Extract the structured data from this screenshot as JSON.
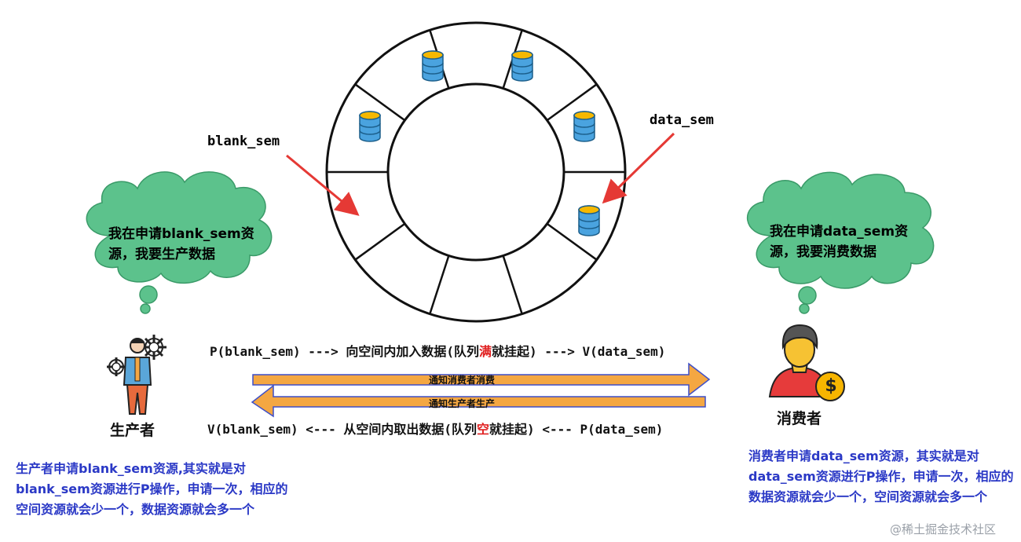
{
  "labels": {
    "blank_sem": "blank_sem",
    "data_sem": "data_sem"
  },
  "producer": {
    "name": "生产者",
    "thought": "我在申请blank_sem资源，我要生产数据",
    "note": "生产者申请blank_sem资源,其实就是对blank_sem资源进行P操作，申请一次，相应的空间资源就会少一个，数据资源就会多一个"
  },
  "consumer": {
    "name": "消费者",
    "thought": "我在申请data_sem资源，我要消费数据",
    "note": "消费者申请data_sem资源，其实就是对data_sem资源进行P操作，申请一次，相应的数据资源就会少一个，空间资源就会多一个",
    "coin_symbol": "$"
  },
  "flows": {
    "top": {
      "pre": "P(blank_sem) ---> 向空间内加入数据(队列",
      "highlight": "满",
      "post": "就挂起) ---> V(data_sem)"
    },
    "bottom": {
      "pre": "V(blank_sem) <--- 从空间内取出数据(队列",
      "highlight": "空",
      "post": "就挂起) <--- P(data_sem)"
    },
    "arrow_right_label": "通知消费者消费",
    "arrow_left_label": "通知生产者生产"
  },
  "ring": {
    "slots": 10,
    "filled_slots": 5
  },
  "watermark": "@稀土掘金技术社区",
  "colors": {
    "cloud": "#5cc28c",
    "note_text": "#2b39c6",
    "highlight": "#e02020",
    "red_arrow": "#e53935",
    "notify_arrow": "#f4a742",
    "notify_border": "#3d4fc9",
    "database": "#4aa3df",
    "database_top": "#f5b800",
    "consumer_shirt": "#e63b3b",
    "coin": "#f7b500"
  },
  "icons": {
    "producer": "producer-with-gears-icon",
    "consumer": "consumer-with-dollar-icon",
    "database": "database-icon"
  }
}
